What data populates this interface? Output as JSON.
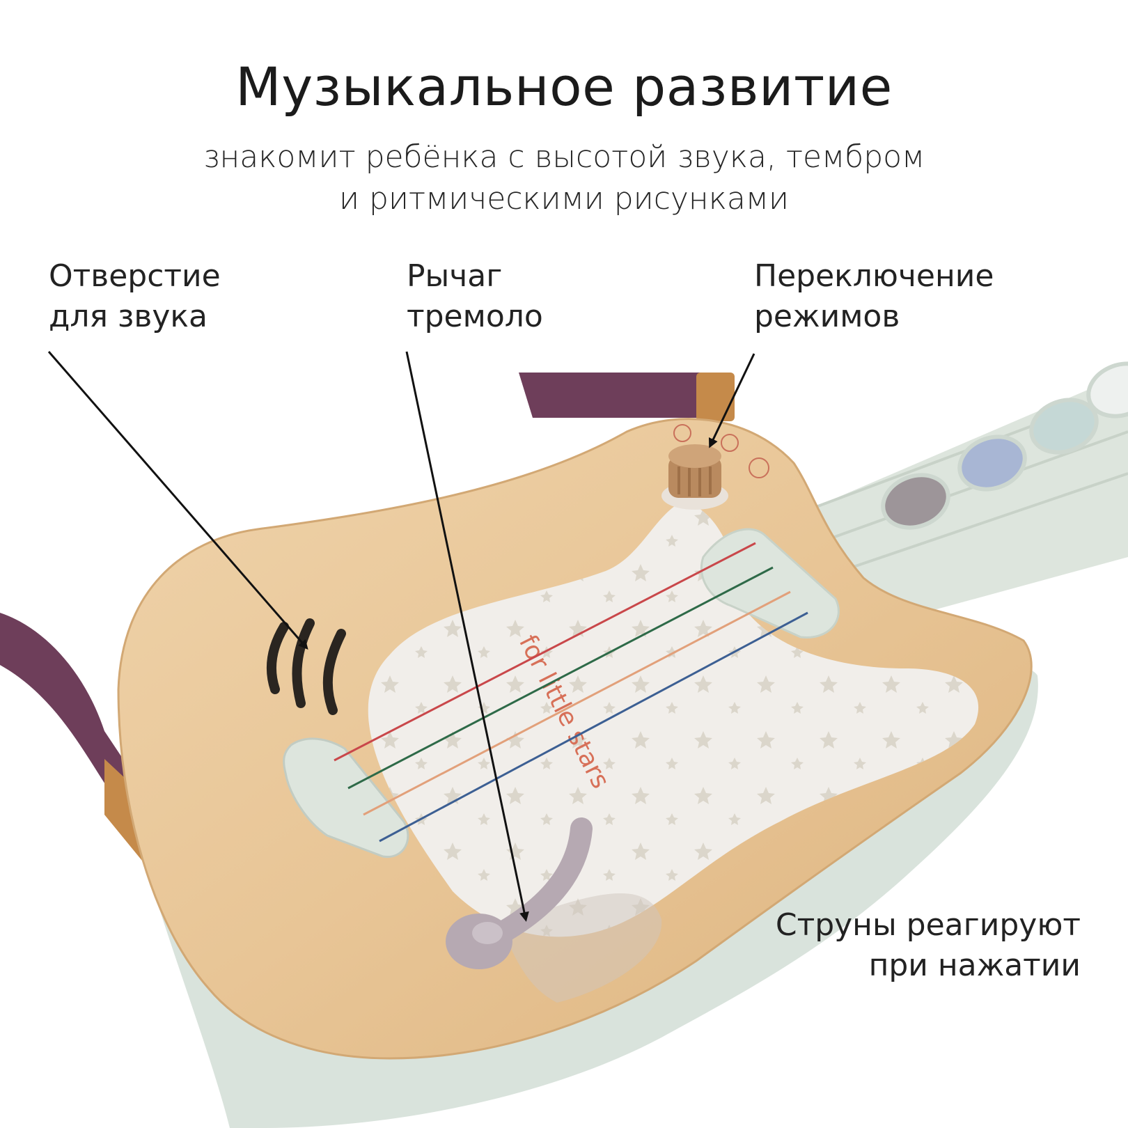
{
  "header": {
    "title": "Музыкальное развитие",
    "subtitle_line1": "знакомит ребёнка с высотой звука, тембром",
    "subtitle_line2": "и ритмическими рисунками"
  },
  "callouts": {
    "sound_hole": {
      "line1": "Отверстие",
      "line2": "для звука"
    },
    "tremolo_lever": {
      "line1": "Рычаг",
      "line2": "тремоло"
    },
    "mode_switch": {
      "line1": "Переключение",
      "line2": "режимов"
    },
    "strings": {
      "line1": "Струны реагируют",
      "line2": "при нажатии"
    }
  },
  "product": {
    "pickguard_text": "for little stars",
    "colors": {
      "wood": "#e9c89a",
      "pickguard": "#f1eeea",
      "mint": "#dde5dd",
      "strap": "#6e3e5a",
      "leather": "#c58a4a",
      "lever": "#b6a9b2",
      "knob": "#b98a5f"
    },
    "fret_buttons": [
      "#9d9599",
      "#a8b6d4",
      "#c5d8d6",
      "#eef1ef"
    ],
    "string_colors": [
      "#c9474a",
      "#2e6a48",
      "#e2a07a",
      "#3c5f93"
    ]
  }
}
